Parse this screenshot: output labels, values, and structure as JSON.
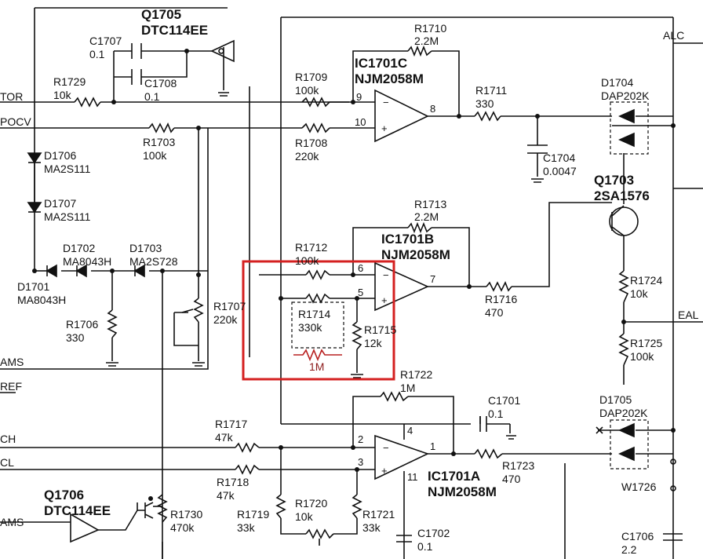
{
  "nets": {
    "tor": "TOR",
    "pocv": "POCV",
    "alc": "ALC",
    "eal": "EAL",
    "ams1": "AMS",
    "ref": "REF",
    "ch": "CH",
    "cl": "CL",
    "ams2": "AMS"
  },
  "transistors": {
    "q1705": {
      "ref": "Q1705",
      "part": "DTC114EE"
    },
    "q1703": {
      "ref": "Q1703",
      "part": "2SA1576"
    },
    "q1706": {
      "ref": "Q1706",
      "part": "DTC114EE"
    }
  },
  "opamps": {
    "ic1701c": {
      "ref": "IC1701C",
      "part": "NJM2058M",
      "pin_inv": "9",
      "pin_noninv": "10",
      "pin_out": "8"
    },
    "ic1701b": {
      "ref": "IC1701B",
      "part": "NJM2058M",
      "pin_inv": "6",
      "pin_noninv": "5",
      "pin_out": "7"
    },
    "ic1701a": {
      "ref": "IC1701A",
      "part": "NJM2058M",
      "pin_inv": "2",
      "pin_noninv": "3",
      "pin_out": "1",
      "pin_vplus": "4",
      "pin_vminus": "11"
    }
  },
  "capacitors": {
    "c1707": {
      "ref": "C1707",
      "value": "0.1"
    },
    "c1708": {
      "ref": "C1708",
      "value": "0.1"
    },
    "c1704": {
      "ref": "C1704",
      "value": "0.0047"
    },
    "c1701": {
      "ref": "C1701",
      "value": "0.1"
    },
    "c1702": {
      "ref": "C1702",
      "value": "0.1"
    },
    "c1706": {
      "ref": "C1706",
      "value": "2.2"
    }
  },
  "resistors": {
    "r1729": {
      "ref": "R1729",
      "value": "10k"
    },
    "r1709": {
      "ref": "R1709",
      "value": "100k"
    },
    "r1710": {
      "ref": "R1710",
      "value": "2.2M"
    },
    "r1711": {
      "ref": "R1711",
      "value": "330"
    },
    "r1703": {
      "ref": "R1703",
      "value": "100k"
    },
    "r1708": {
      "ref": "R1708",
      "value": "220k"
    },
    "r1713": {
      "ref": "R1713",
      "value": "2.2M"
    },
    "r1712": {
      "ref": "R1712",
      "value": "100k"
    },
    "r1714": {
      "ref": "R1714",
      "value": "330k"
    },
    "r1715": {
      "ref": "R1715",
      "value": "12k"
    },
    "r1716": {
      "ref": "R1716",
      "value": "470"
    },
    "r1706": {
      "ref": "R1706",
      "value": "330"
    },
    "r1707": {
      "ref": "R1707",
      "value": "220k"
    },
    "r1724": {
      "ref": "R1724",
      "value": "10k"
    },
    "r1725": {
      "ref": "R1725",
      "value": "100k"
    },
    "r1722": {
      "ref": "R1722",
      "value": "1M"
    },
    "r1717": {
      "ref": "R1717",
      "value": "47k"
    },
    "r1718": {
      "ref": "R1718",
      "value": "47k"
    },
    "r1723": {
      "ref": "R1723",
      "value": "470"
    },
    "r1730": {
      "ref": "R1730",
      "value": "470k"
    },
    "r1719": {
      "ref": "R1719",
      "value": "33k"
    },
    "r1720": {
      "ref": "R1720",
      "value": "10k"
    },
    "r1721": {
      "ref": "R1721",
      "value": "33k"
    }
  },
  "diodes": {
    "d1706": {
      "ref": "D1706",
      "part": "MA2S111"
    },
    "d1707": {
      "ref": "D1707",
      "part": "MA2S111"
    },
    "d1702": {
      "ref": "D1702",
      "part": "MA8043H"
    },
    "d1703": {
      "ref": "D1703",
      "part": "MA2S728"
    },
    "d1701": {
      "ref": "D1701",
      "part": "MA8043H"
    },
    "d1704": {
      "ref": "D1704",
      "part": "DAP202K"
    },
    "d1705": {
      "ref": "D1705",
      "part": "DAP202K"
    }
  },
  "jumpers": {
    "w1726": {
      "ref": "W1726"
    }
  },
  "annotation": {
    "added_value": "1M",
    "highlight_color": "#d42020"
  }
}
